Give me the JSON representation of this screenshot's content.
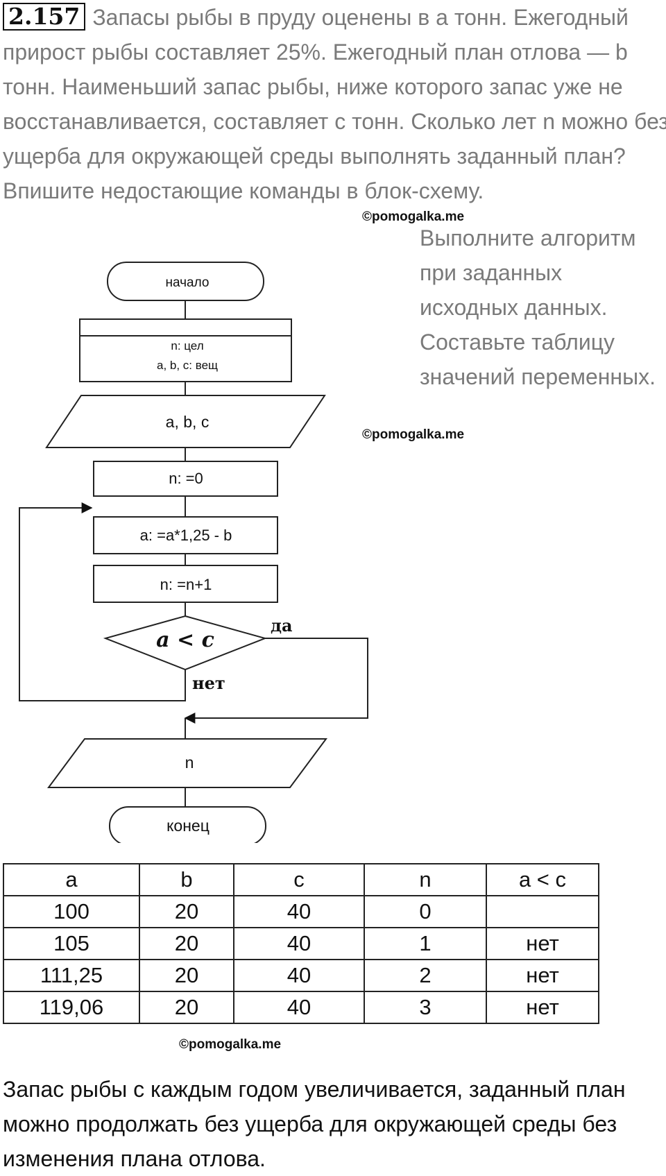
{
  "problem": {
    "number": "2.157",
    "text": "Запасы рыбы в пруду оценены в a тонн. Ежегодный прирост рыбы составляет 25%. Ежегодный план отлова — b тонн. Наименьший запас рыбы, ниже которого запас уже не восстанавливается, составляет c тонн. Сколько лет n можно без ущерба для окружающей среды выполнять заданный план? Впишите недостающие команды в блок-схему."
  },
  "watermarks": [
    "©pomogalka.me",
    "©pomogalka.me",
    "©pomogalka.me"
  ],
  "task": "Выполните алгоритм при заданных исходных данных. Составьте таблицу значений переменных.",
  "flowchart": {
    "start": "начало",
    "declare_line1": "n: цел",
    "declare_line2": "a, b, c: вещ",
    "input": "a, b, c",
    "init": "n: =0",
    "update_a": "a: =a*1,25 - b",
    "update_n": "n: =n+1",
    "condition": "a < c",
    "yes_label": "да",
    "no_label": "нет",
    "output": "n",
    "end": "конец"
  },
  "table": {
    "headers": [
      "a",
      "b",
      "c",
      "n",
      "a < c"
    ],
    "rows": [
      [
        "100",
        "20",
        "40",
        "0",
        ""
      ],
      [
        "105",
        "20",
        "40",
        "1",
        "нет"
      ],
      [
        "111,25",
        "20",
        "40",
        "2",
        "нет"
      ],
      [
        "119,06",
        "20",
        "40",
        "3",
        "нет"
      ]
    ]
  },
  "conclusion": "Запас рыбы с каждым годом увеличивается, заданный план можно продолжать без ущерба для окружающей среды без изменения плана отлова."
}
